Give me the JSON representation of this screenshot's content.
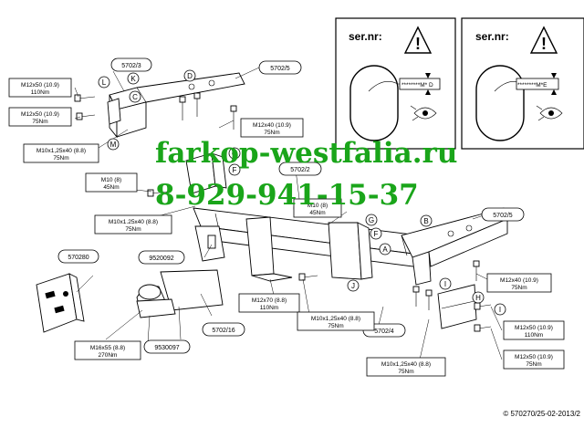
{
  "watermark": {
    "line1": "farkop-westfalia.ru",
    "line2": "8-929-941-15-37",
    "color": "#1aa51a"
  },
  "warnings": [
    {
      "title": "ser.nr:",
      "code": "********M* D"
    },
    {
      "title": "ser.nr:",
      "code": "********M*E"
    }
  ],
  "torque_labels": [
    {
      "spec": "M12x50 (10.9)",
      "torque": "110Nm"
    },
    {
      "spec": "M12x50 (10.9)",
      "torque": "75Nm"
    },
    {
      "spec": "M10x1,25x40 (8.8)",
      "torque": "75Nm"
    },
    {
      "spec": "M10 (8)",
      "torque": "45Nm"
    },
    {
      "spec": "M10x1.25x40 (8.8)",
      "torque": "75Nm"
    },
    {
      "spec": "M12x40 (10.9)",
      "torque": "75Nm"
    },
    {
      "spec": "M10 (8)",
      "torque": "45Nm"
    },
    {
      "spec": "M12x70 (8.8)",
      "torque": "110Nm"
    },
    {
      "spec": "M10x1,25x40 (8.8)",
      "torque": "75Nm"
    },
    {
      "spec": "M16x55 (8.8)",
      "torque": "270Nm"
    },
    {
      "spec": "M10x1,25x40 (8.8)",
      "torque": "75Nm"
    },
    {
      "spec": "M12x40 (10.9)",
      "torque": "75Nm"
    },
    {
      "spec": "M12x50 (10.9)",
      "torque": "110Nm"
    },
    {
      "spec": "M12x50 (10.9)",
      "torque": "75Nm"
    }
  ],
  "part_numbers": [
    "5702/3",
    "5702/5",
    "5702/2",
    "5702/5",
    "570280",
    "9520092",
    "5702/16",
    "9530097",
    "5702/4"
  ],
  "letters": [
    "L",
    "K",
    "C",
    "D",
    "M",
    "G",
    "F",
    "E",
    "G",
    "F",
    "A",
    "B",
    "J",
    "I",
    "H",
    "I"
  ],
  "footer": "© 570270/25-02-2013/2"
}
